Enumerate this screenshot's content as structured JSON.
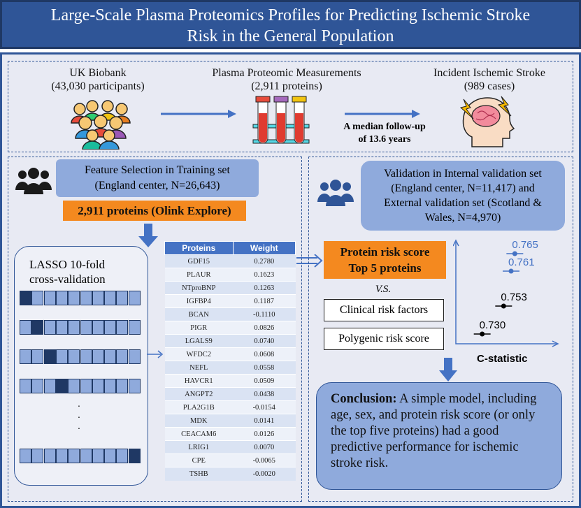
{
  "title": {
    "line1": "Large-Scale Plasma Proteomics Profiles for Predicting Ischemic Stroke",
    "line2": "Risk in the General Population"
  },
  "top": {
    "biobank": {
      "name": "UK Biobank",
      "count": "(43,030 participants)"
    },
    "plasma": {
      "name": "Plasma Proteomic Measurements",
      "count": "(2,911 proteins)"
    },
    "stroke": {
      "name": "Incident Ischemic Stroke",
      "count": "(989 cases)"
    },
    "followup": {
      "line1": "A median follow-up",
      "line2": "of 13.6 years"
    }
  },
  "left": {
    "feature": {
      "line1": "Feature Selection in Training set",
      "line2": "(England center, N=26,643)"
    },
    "proteins_badge": "2,911 proteins (Olink Explore)",
    "lasso": {
      "line1": "LASSO 10-fold",
      "line2": "cross-validation"
    },
    "dots": [
      "·",
      "·",
      "·"
    ]
  },
  "table": {
    "headers": [
      "Proteins",
      "Weight"
    ],
    "rows": [
      [
        "GDF15",
        "0.2780"
      ],
      [
        "PLAUR",
        "0.1623"
      ],
      [
        "NTproBNP",
        "0.1263"
      ],
      [
        "IGFBP4",
        "0.1187"
      ],
      [
        "BCAN",
        "-0.1110"
      ],
      [
        "PIGR",
        "0.0826"
      ],
      [
        "LGALS9",
        "0.0740"
      ],
      [
        "WFDC2",
        "0.0608"
      ],
      [
        "NEFL",
        "0.0558"
      ],
      [
        "HAVCR1",
        "0.0509"
      ],
      [
        "ANGPT2",
        "0.0438"
      ],
      [
        "PLA2G1B",
        "-0.0154"
      ],
      [
        "MDK",
        "0.0141"
      ],
      [
        "CEACAM6",
        "0.0126"
      ],
      [
        "LRIG1",
        "0.0070"
      ],
      [
        "CPE",
        "-0.0065"
      ],
      [
        "TSHB",
        "-0.0020"
      ]
    ]
  },
  "right": {
    "validation": {
      "line1": "Validation in Internal validation set",
      "line2": "(England center, N=11,417) and",
      "line3": "External validation set (Scotland &",
      "line4": "Wales, N=4,970)"
    },
    "risk_score": {
      "line1": "Protein risk score",
      "line2": "Top 5 proteins"
    },
    "vs": "V.S.",
    "clinical": "Clinical risk factors",
    "polygenic": "Polygenic risk score",
    "cstat_label": "C-statistic",
    "conclusion": {
      "lead": "Conclusion:",
      "text": " A simple model, including age, sex, and protein risk score (or only the top five proteins) had a good predictive performance for ischemic stroke risk."
    }
  },
  "chart_data": {
    "type": "scatter",
    "xlabel": "C-statistic",
    "points": [
      {
        "label": "0.765",
        "value": 0.765,
        "color": "#4472c4"
      },
      {
        "label": "0.761",
        "value": 0.761,
        "color": "#4472c4"
      },
      {
        "label": "0.753",
        "value": 0.753,
        "color": "#000000"
      },
      {
        "label": "0.730",
        "value": 0.73,
        "color": "#000000"
      }
    ]
  },
  "colors": {
    "title_bg": "#2f5597",
    "accent_blue": "#4472c4",
    "light_blue": "#8faadc",
    "dark_navy": "#1f3864",
    "orange": "#f4891f",
    "panel_bg": "#e8eaf3"
  },
  "icons": [
    "people-group-icon",
    "test-tubes-icon",
    "stroke-brain-icon",
    "people-silhouette-icon"
  ]
}
